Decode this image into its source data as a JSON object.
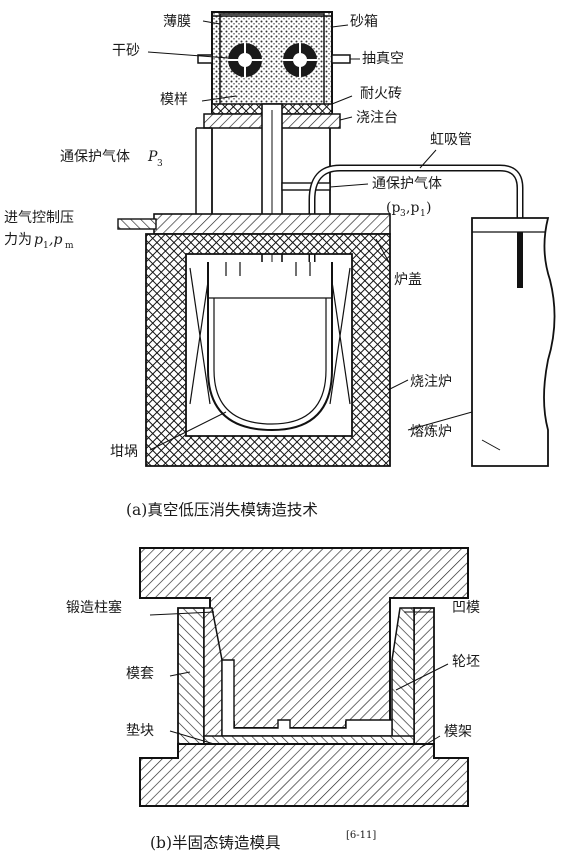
{
  "figure_a": {
    "caption": "(a)真空低压消失模铸造技术",
    "labels": {
      "film": "薄膜",
      "sand_box": "砂箱",
      "dry_sand": "干砂",
      "vacuum": "抽真空",
      "pattern": "模样",
      "refractory_brick": "耐火砖",
      "pouring_table": "浇注台",
      "siphon_tube": "虹吸管",
      "shield_gas_p3_text": "通保护气体",
      "shield_gas_p3_var": "P",
      "shield_gas_p3_sub": "3",
      "shield_gas_right": "通保护气体",
      "shield_gas_right_params": "(p",
      "shield_gas_right_s1": "3",
      "shield_gas_right_mid": ",p",
      "shield_gas_right_s2": "1",
      "shield_gas_right_end": ")",
      "inlet_line1": "进气控制压",
      "inlet_line2_text": "力为",
      "inlet_line2_p": "p",
      "inlet_line2_s1": "1",
      "inlet_line2_mid": ",p",
      "inlet_line2_s2": "m",
      "furnace_cover": "炉盖",
      "pouring_furnace": "烧注炉",
      "melting_furnace": "熔炼炉",
      "crucible": "坩埚"
    }
  },
  "figure_b": {
    "caption_text": "(b)半固态铸造模具",
    "caption_ref": "[6-11]",
    "labels": {
      "forging_plunger": "锻造柱塞",
      "die": "凹模",
      "mold_sleeve": "模套",
      "wheel_blank": "轮坯",
      "pad": "垫块",
      "mold_frame": "模架"
    }
  }
}
